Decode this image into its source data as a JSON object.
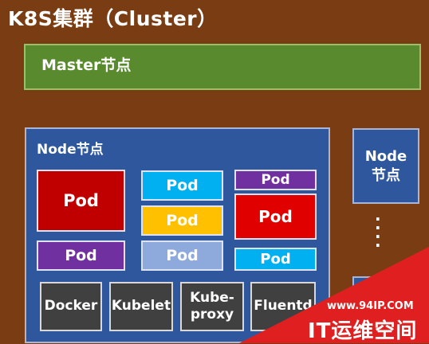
{
  "title": "K8S集群（Cluster）",
  "master": {
    "label": "Master节点"
  },
  "node_main": {
    "label": "Node节点",
    "pods": [
      {
        "label": "Pod",
        "color": "#c00000"
      },
      {
        "label": "Pod",
        "color": "#7030a0"
      },
      {
        "label": "Pod",
        "color": "#00b0f0"
      },
      {
        "label": "Pod",
        "color": "#ffc000"
      },
      {
        "label": "Pod",
        "color": "#8ea9db"
      },
      {
        "label": "Pod",
        "color": "#7030a0"
      },
      {
        "label": "Pod",
        "color": "#e00000"
      },
      {
        "label": "Pod",
        "color": "#00b0f0"
      }
    ],
    "components": [
      "Docker",
      "Kubelet",
      "Kube-proxy",
      "Fluentd"
    ]
  },
  "node_side": {
    "line1": "Node",
    "line2": "节点"
  },
  "dots": "⋮",
  "watermark": {
    "url": "www.94IP.COM",
    "name": "IT运维空间"
  }
}
